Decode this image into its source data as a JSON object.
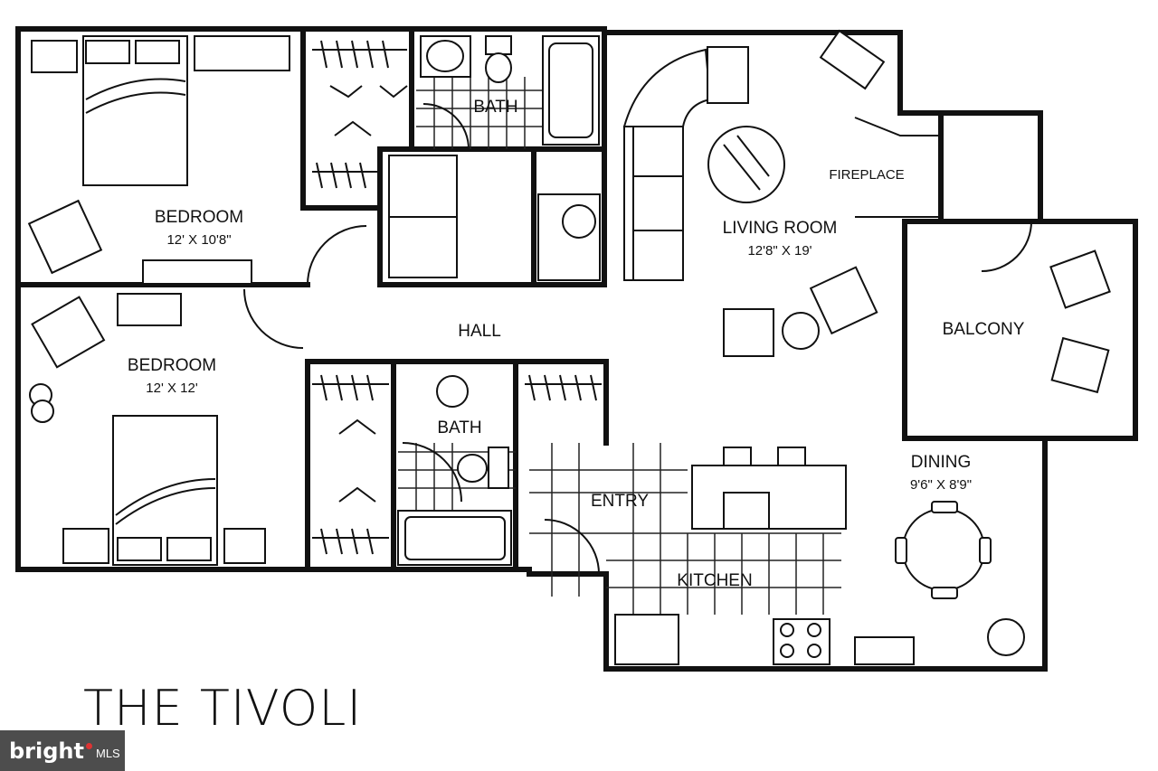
{
  "plan": {
    "title": "THE TIVOLI",
    "rooms": {
      "bedroom1": {
        "label": "BEDROOM",
        "dims": "12' X 10'8\""
      },
      "bedroom2": {
        "label": "BEDROOM",
        "dims": "12' X 12'"
      },
      "bath1": {
        "label": "BATH"
      },
      "bath2": {
        "label": "BATH"
      },
      "hall": {
        "label": "HALL"
      },
      "living": {
        "label": "LIVING ROOM",
        "dims": "12'8\" X 19'"
      },
      "fireplace": {
        "label": "FIREPLACE"
      },
      "balcony": {
        "label": "BALCONY"
      },
      "dining": {
        "label": "DINING",
        "dims": "9'6\" X 8'9\""
      },
      "entry": {
        "label": "ENTRY"
      },
      "kitchen": {
        "label": "KITCHEN"
      }
    }
  },
  "watermark": {
    "brand": "bright",
    "suffix": "MLS"
  }
}
